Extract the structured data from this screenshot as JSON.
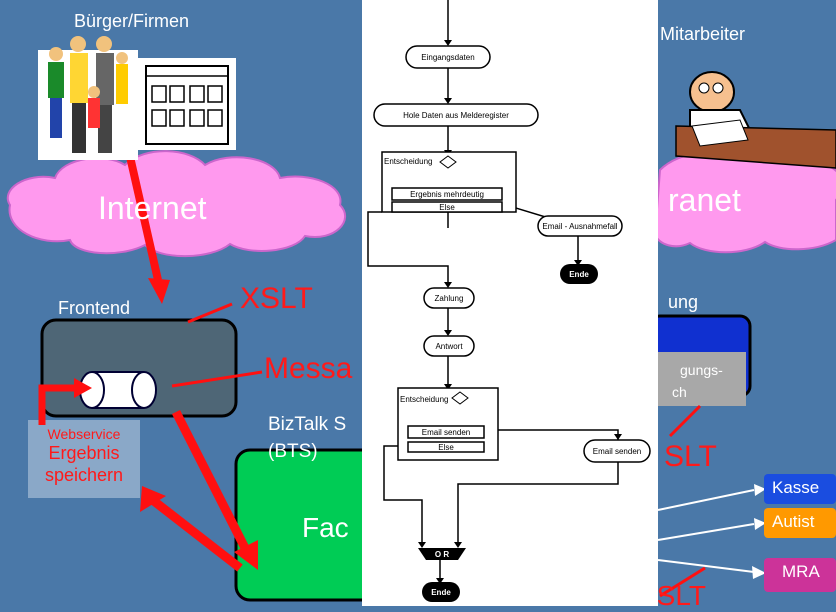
{
  "labels": {
    "citizens": "Bürger/Firmen",
    "employees": "Mitarbeiter",
    "internet": "Internet",
    "intranet": "ranet",
    "frontend": "Frontend",
    "xslt_top": "XSLT",
    "message": "Messa",
    "biztalk_line1": "BizTalk S",
    "biztalk_line2": "(BTS)",
    "fac": "Fac",
    "webservice": "Webservice",
    "ergebnis": "Ergebnis",
    "speichern": "speichern",
    "ung": "ung",
    "gungs": "gungs-",
    "ch": "ch",
    "xslt_mid": "SLT",
    "xslt_bottom": "XSLT"
  },
  "targets": [
    "Kasse",
    "Autist",
    "MRA"
  ],
  "flowchart": {
    "eingangsdaten": "Eingangsdaten",
    "hole_daten": "Hole Daten aus Melderegister",
    "entscheidung1": "Entscheidung",
    "ergebnis_mehrdeutig": "Ergebnis mehrdeutig",
    "else1": "Else",
    "email_ausnahme": "Email - Ausnahmefall",
    "ende1": "Ende",
    "zahlung": "Zahlung",
    "antwort": "Antwort",
    "entscheidung2": "Entscheidung",
    "email_senden_bar": "Email senden",
    "else2": "Else",
    "email_senden_node": "Email senden",
    "or": "O R",
    "ende2": "Ende"
  },
  "colors": {
    "background": "#4a78a8",
    "frontend_box": "#4e6676",
    "fac_box": "#00cc55",
    "arrow_red": "#ff1010",
    "kasse": "#1a4de0",
    "autist": "#ff9900",
    "mra": "#cc3399",
    "blue_box": "#1030d0"
  }
}
